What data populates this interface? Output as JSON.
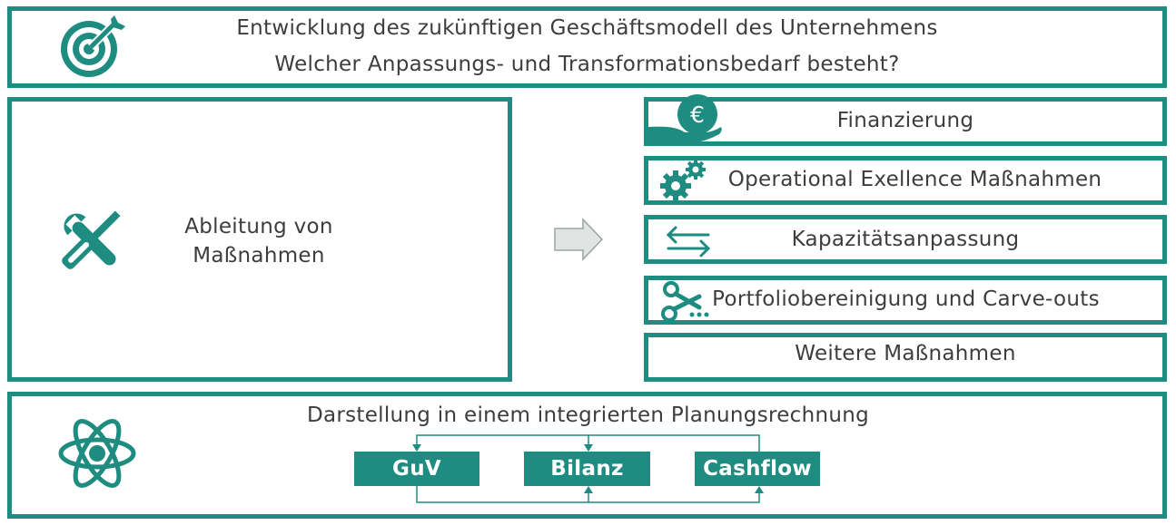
{
  "header": {
    "title": "Entwicklung des zukünftigen Geschäftsmodell des Unternehmens",
    "subtitle": "Welcher Anpassungs- und Transformationsbedarf besteht?",
    "icon": "target-icon"
  },
  "left": {
    "label_line1": "Ableitung von",
    "label_line2": "Maßnahmen",
    "icon": "tools-icon"
  },
  "measures": [
    {
      "label": "Finanzierung",
      "icon": "euro-hand-icon"
    },
    {
      "label": "Operational Exellence Maßnahmen",
      "icon": "gears-icon"
    },
    {
      "label": "Kapazitätsanpassung",
      "icon": "arrows-exchange-icon"
    },
    {
      "label": "Portfoliobereinigung und Carve-outs",
      "icon": "scissors-icon"
    },
    {
      "label": "Weitere Maßnahmen",
      "icon": ""
    }
  ],
  "bottom": {
    "title": "Darstellung in einem integrierten Planungsrechnung",
    "icon": "atom-icon",
    "items": [
      "GuV",
      "Bilanz",
      "Cashflow"
    ]
  },
  "colors": {
    "accent": "#1e8c80",
    "text": "#3d3d3d",
    "arrow_fill": "#e2e4e4",
    "arrow_stroke": "#9fa3a3"
  }
}
